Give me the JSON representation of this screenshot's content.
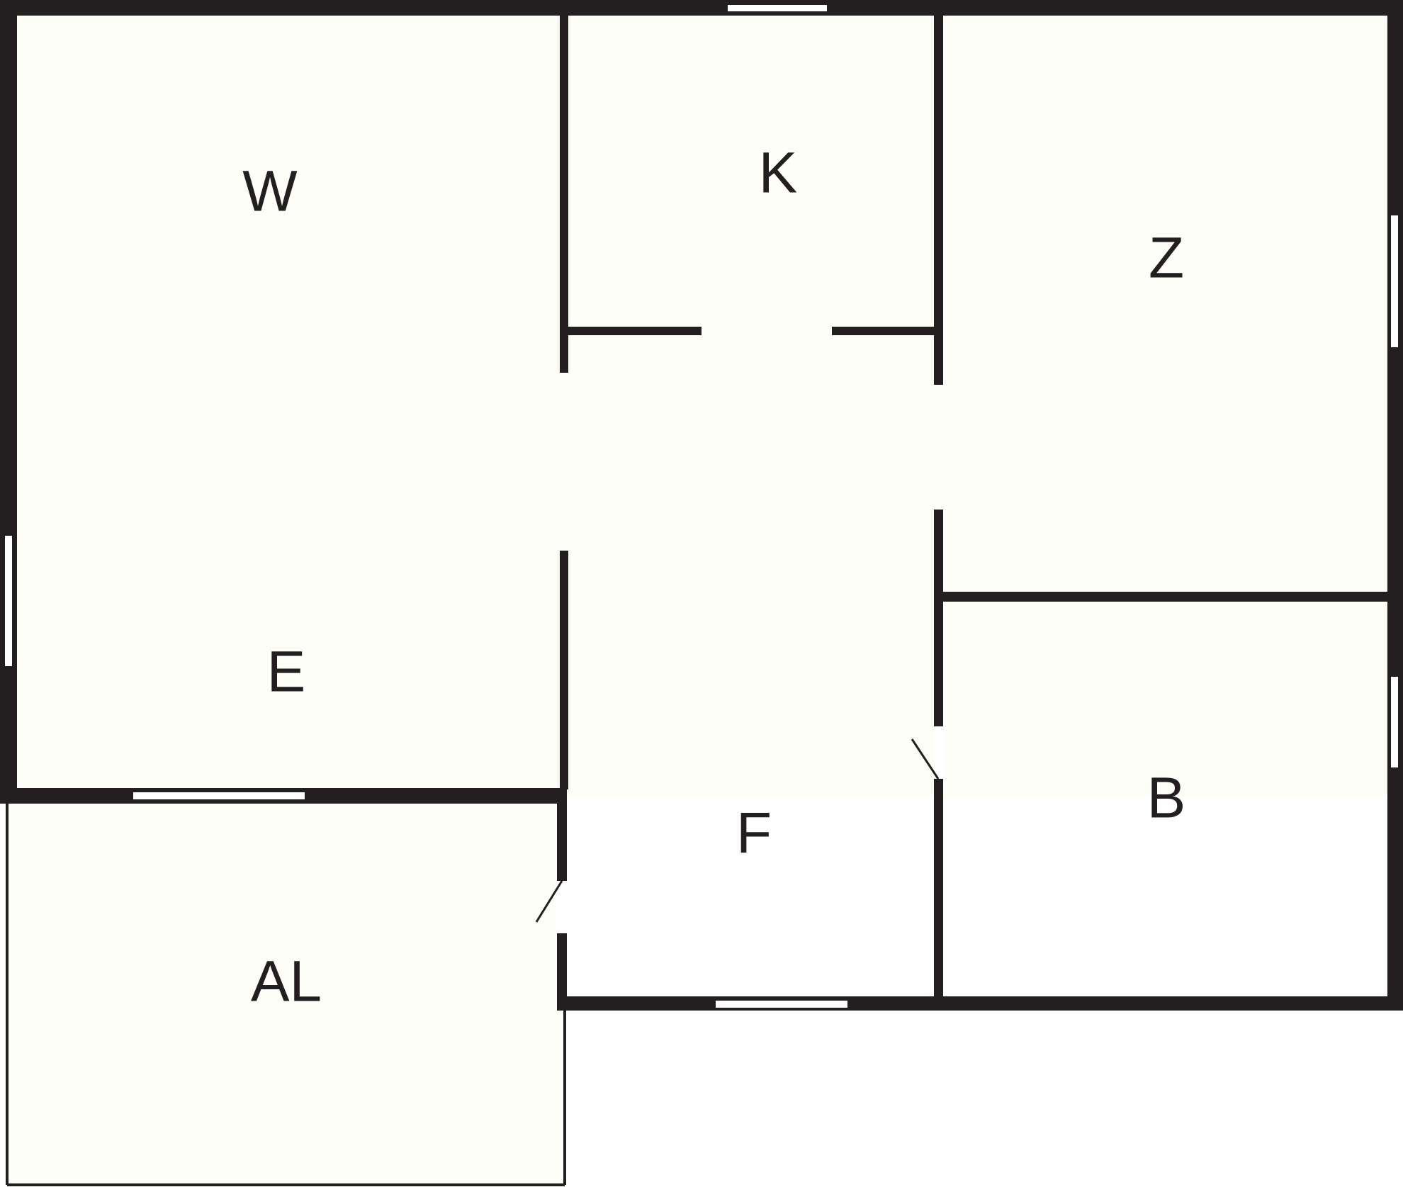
{
  "colors": {
    "wall": "#231f20",
    "floor": "#fefef9",
    "window": "#ffffff",
    "background": "#ffffff"
  },
  "rooms": {
    "w": "W",
    "k": "K",
    "z": "Z",
    "e": "E",
    "f": "F",
    "b": "B",
    "al": "AL"
  }
}
